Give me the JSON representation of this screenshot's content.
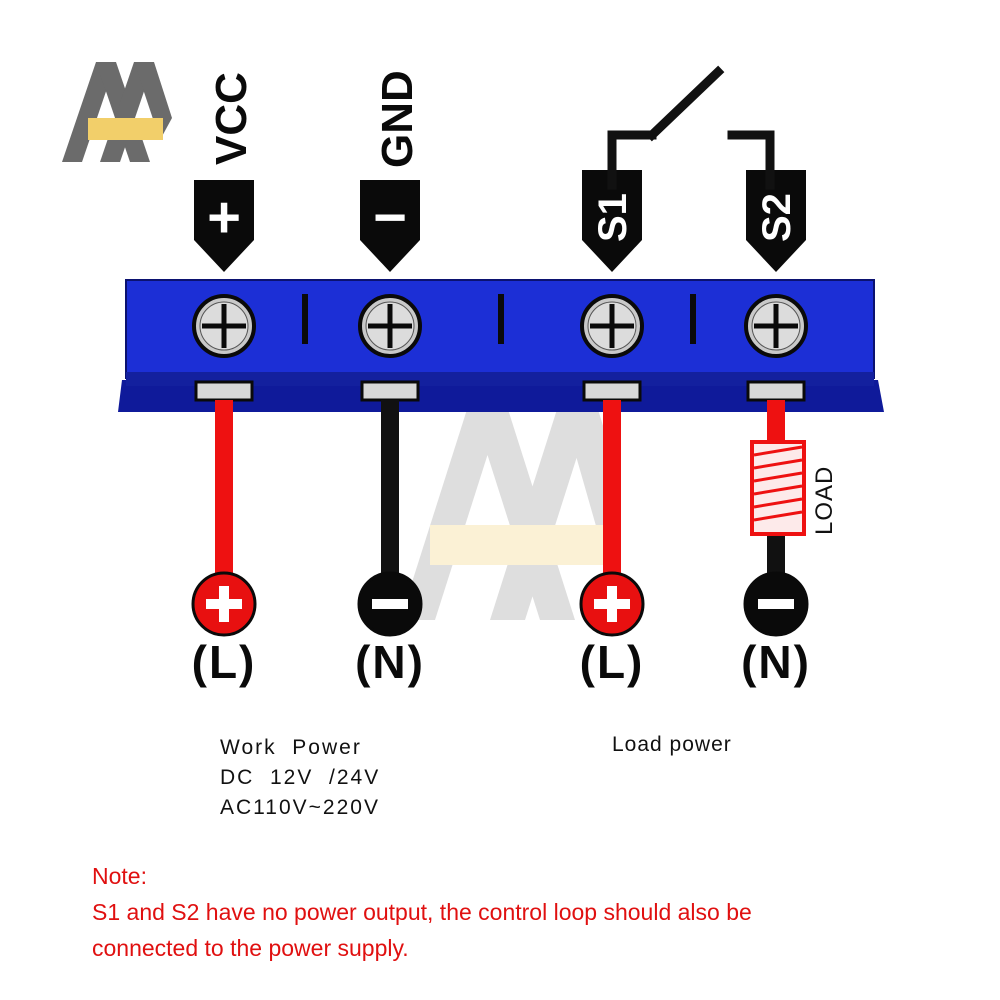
{
  "terminals": [
    {
      "id": "vcc",
      "label": "VCC",
      "sign": "+"
    },
    {
      "id": "gnd",
      "label": "GND",
      "sign": "−"
    },
    {
      "id": "s1",
      "label": "S1"
    },
    {
      "id": "s2",
      "label": "S2"
    }
  ],
  "bottom": [
    {
      "id": "work-l",
      "sign": "+",
      "label": "(L)"
    },
    {
      "id": "work-n",
      "sign": "−",
      "label": "(N)"
    },
    {
      "id": "load-l",
      "sign": "+",
      "label": "(L)"
    },
    {
      "id": "load-n",
      "sign": "−",
      "label": "(N)"
    }
  ],
  "load_label": "LOAD",
  "work_power": {
    "line1": "Work  Power",
    "line2": "DC  12V  /24V",
    "line3": "AC110V~220V"
  },
  "load_power": "Load power",
  "note": {
    "title": "Note:",
    "line1": "S1 and S2 have no power output, the control loop should also be",
    "line2": "connected to the power supply."
  },
  "colors": {
    "block": "#1c2fd6",
    "block_dark": "#0f1a9a",
    "red_wire": "#ee1111",
    "black_wire": "#111111",
    "note": "#e01010",
    "logo_gray": "#6b6b6b",
    "logo_gold": "#f2cf6a"
  }
}
